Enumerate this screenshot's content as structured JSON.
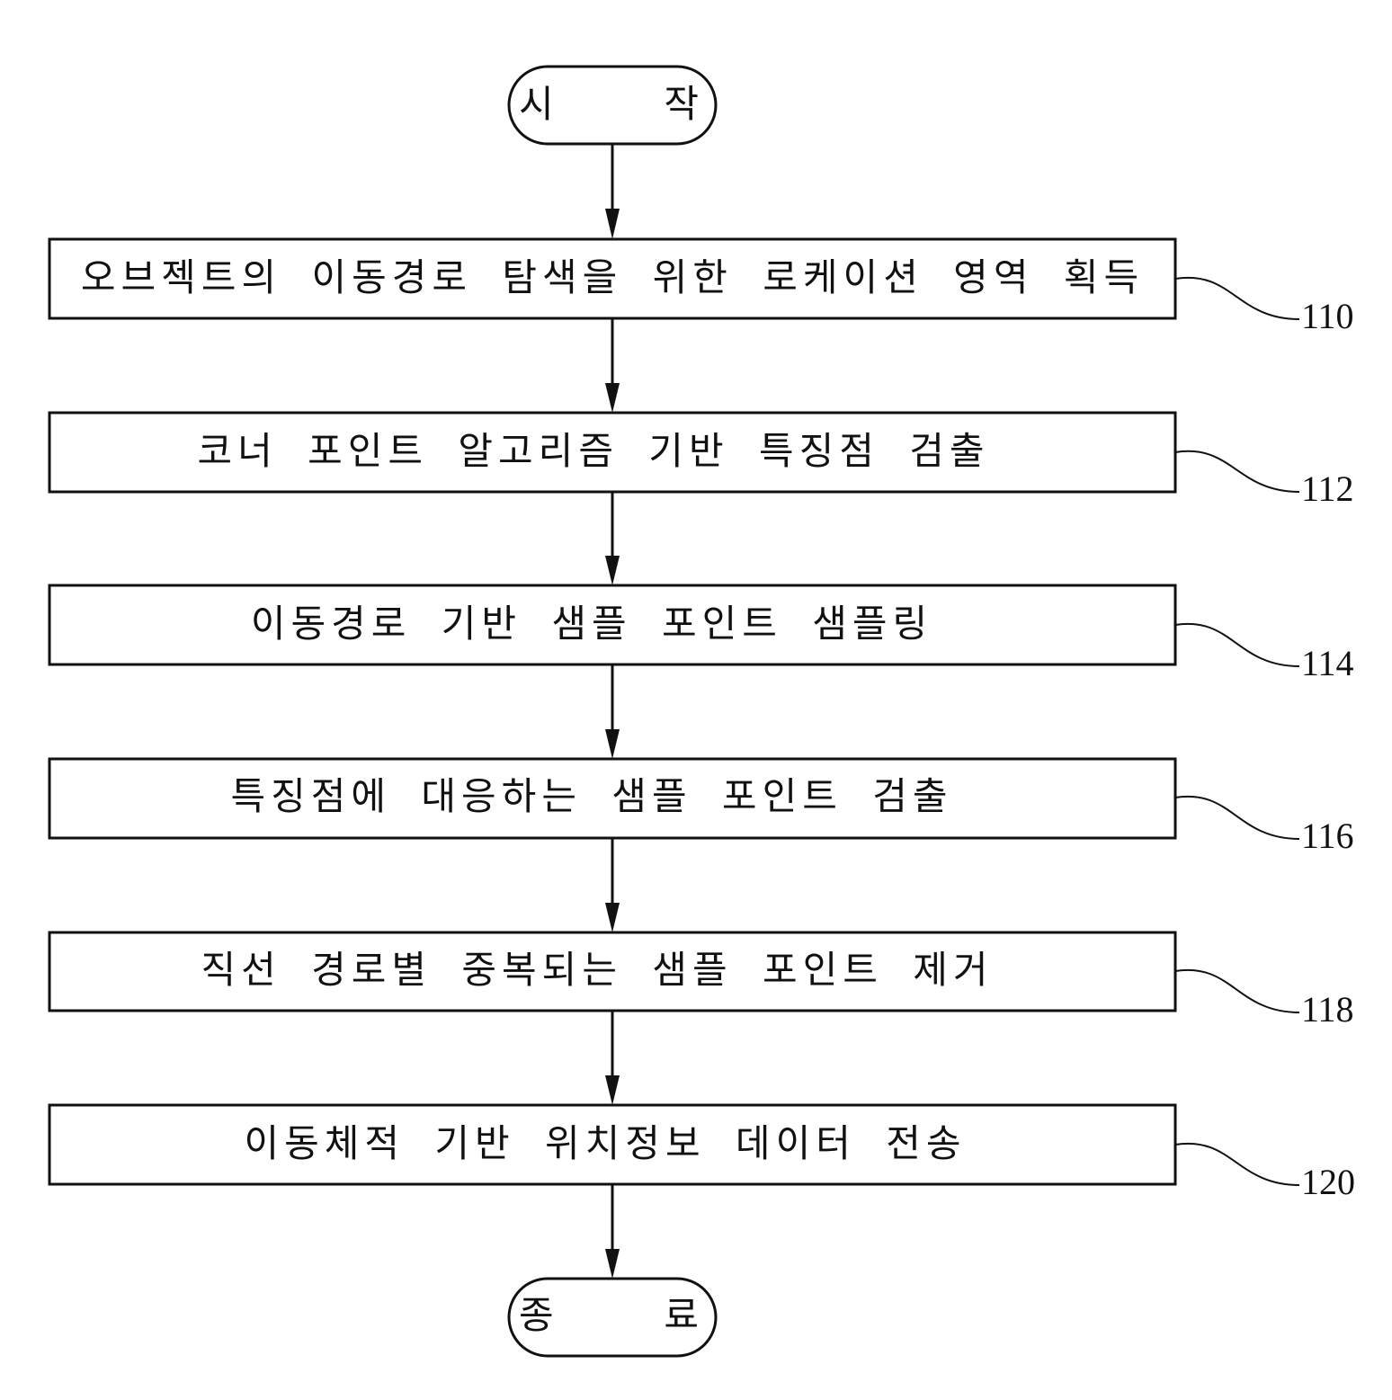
{
  "flowchart": {
    "start": {
      "label": "시  작"
    },
    "end": {
      "label": "종  료"
    },
    "steps": [
      {
        "label": "오브젝트의 이동경로 탐색을 위한 로케이션 영역 획득",
        "ref": "110"
      },
      {
        "label": "코너 포인트 알고리즘 기반 특징점 검출",
        "ref": "112"
      },
      {
        "label": "이동경로 기반 샘플 포인트 샘플링",
        "ref": "114"
      },
      {
        "label": "특징점에 대응하는 샘플 포인트 검출",
        "ref": "116"
      },
      {
        "label": "직선 경로별 중복되는 샘플 포인트 제거",
        "ref": "118"
      },
      {
        "label": "이동체적 기반 위치정보 데이터 전송",
        "ref": "120"
      }
    ]
  }
}
